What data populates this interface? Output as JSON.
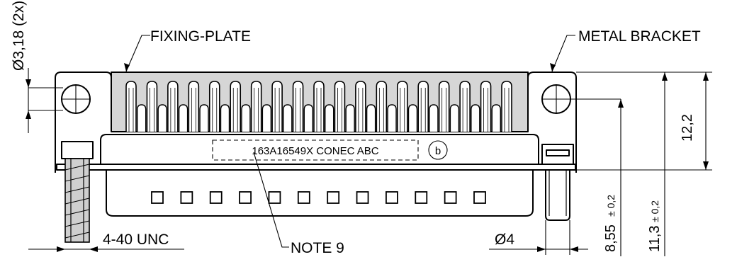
{
  "labels": {
    "fixing_plate": "FIXING-PLATE",
    "metal_bracket": "METAL BRACKET",
    "note_9": "NOTE 9",
    "thread": "4-40 UNC",
    "marking_text": "163A16549X CONEC ABC",
    "marking_circle": "b"
  },
  "dimensions": {
    "hole_diameter": "Ø3,18 (2x)",
    "pin_diameter": "Ø4",
    "overall_height": "12,2",
    "height_a_value": "8,55",
    "height_a_tol": "± 0,2",
    "height_b_value": "11,3",
    "height_b_tol": "± 0,2"
  },
  "contacts": {
    "top_row_count": 19,
    "bottom_row_count": 18,
    "square_count": 12
  }
}
